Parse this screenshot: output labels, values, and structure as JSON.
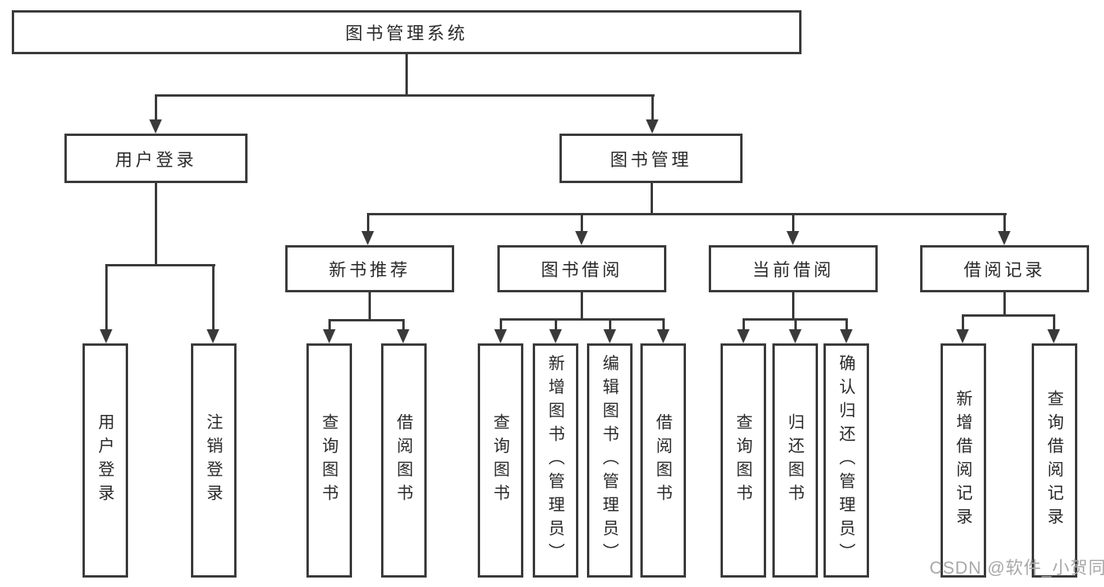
{
  "colors": {
    "background": "#ffffff",
    "line": "#3a3a3a",
    "box_border": "#3a3a3a",
    "box_fill": "#ffffff",
    "text": "#2a2a2a",
    "watermark": "#a8a8a8"
  },
  "root": {
    "label": "图书管理系统"
  },
  "branches": [
    {
      "label": "用户登录",
      "children": [
        {
          "label": "用户登录"
        },
        {
          "label": "注销登录"
        }
      ]
    },
    {
      "label": "图书管理",
      "children": [
        {
          "label": "新书推荐",
          "children": [
            {
              "label": "查询图书"
            },
            {
              "label": "借阅图书"
            }
          ]
        },
        {
          "label": "图书借阅",
          "children": [
            {
              "label": "查询图书"
            },
            {
              "label": "新增图书（管理员）"
            },
            {
              "label": "编辑图书（管理员）"
            },
            {
              "label": "借阅图书"
            }
          ]
        },
        {
          "label": "当前借阅",
          "children": [
            {
              "label": "查询图书"
            },
            {
              "label": "归还图书"
            },
            {
              "label": "确认归还（管理员）"
            }
          ]
        },
        {
          "label": "借阅记录",
          "children": [
            {
              "label": "新增借阅记录"
            },
            {
              "label": "查询借阅记录"
            }
          ]
        }
      ]
    }
  ],
  "watermark": "CSDN @软件_小贺同学"
}
